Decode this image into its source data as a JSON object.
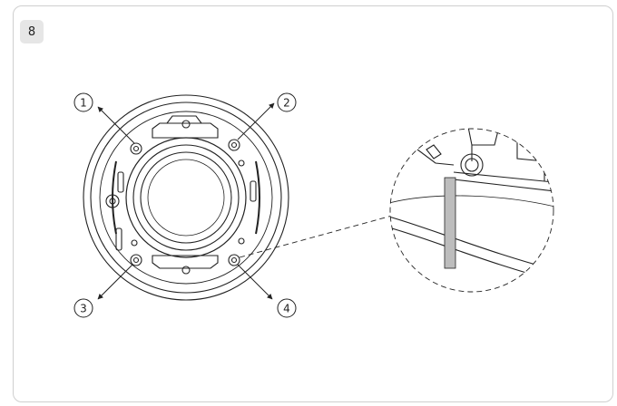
{
  "step": {
    "number": "8"
  },
  "callouts": [
    {
      "label": "1"
    },
    {
      "label": "2"
    },
    {
      "label": "3"
    },
    {
      "label": "4"
    }
  ],
  "colors": {
    "line": "#222222",
    "frame": "#cfcfcf",
    "badge_bg": "#e6e6e6"
  }
}
